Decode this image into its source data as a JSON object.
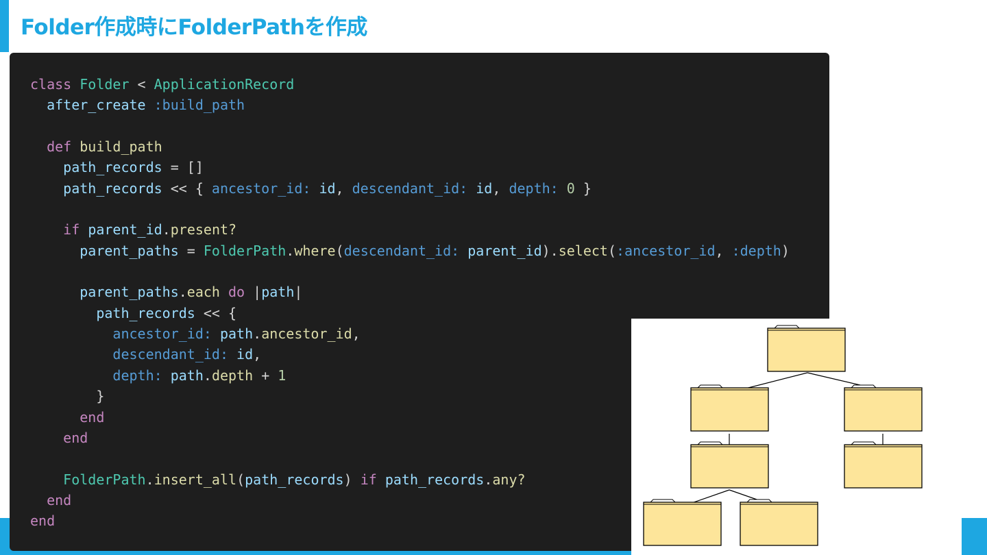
{
  "slide": {
    "title": "Folder作成時にFolderPathを作成",
    "accent_color": "#1ea7e1"
  },
  "code": {
    "language": "ruby",
    "theme_background": "#1e1e1e",
    "lines": [
      [
        {
          "t": "class",
          "c": "k"
        },
        {
          "t": " ",
          "c": "p"
        },
        {
          "t": "Folder",
          "c": "c"
        },
        {
          "t": " < ",
          "c": "p"
        },
        {
          "t": "ApplicationRecord",
          "c": "c"
        }
      ],
      [
        {
          "t": "  after_create",
          "c": "v"
        },
        {
          "t": " ",
          "c": "p"
        },
        {
          "t": ":build_path",
          "c": "s"
        }
      ],
      [],
      [
        {
          "t": "  ",
          "c": "p"
        },
        {
          "t": "def",
          "c": "k"
        },
        {
          "t": " ",
          "c": "p"
        },
        {
          "t": "build_path",
          "c": "f"
        }
      ],
      [
        {
          "t": "    path_records",
          "c": "v"
        },
        {
          "t": " = []",
          "c": "p"
        }
      ],
      [
        {
          "t": "    path_records",
          "c": "v"
        },
        {
          "t": " << { ",
          "c": "p"
        },
        {
          "t": "ancestor_id:",
          "c": "s"
        },
        {
          "t": " ",
          "c": "p"
        },
        {
          "t": "id",
          "c": "v"
        },
        {
          "t": ", ",
          "c": "p"
        },
        {
          "t": "descendant_id:",
          "c": "s"
        },
        {
          "t": " ",
          "c": "p"
        },
        {
          "t": "id",
          "c": "v"
        },
        {
          "t": ", ",
          "c": "p"
        },
        {
          "t": "depth:",
          "c": "s"
        },
        {
          "t": " ",
          "c": "p"
        },
        {
          "t": "0",
          "c": "n"
        },
        {
          "t": " }",
          "c": "p"
        }
      ],
      [],
      [
        {
          "t": "    ",
          "c": "p"
        },
        {
          "t": "if",
          "c": "k"
        },
        {
          "t": " ",
          "c": "p"
        },
        {
          "t": "parent_id",
          "c": "v"
        },
        {
          "t": ".",
          "c": "p"
        },
        {
          "t": "present?",
          "c": "f"
        }
      ],
      [
        {
          "t": "      parent_paths",
          "c": "v"
        },
        {
          "t": " = ",
          "c": "p"
        },
        {
          "t": "FolderPath",
          "c": "c"
        },
        {
          "t": ".",
          "c": "p"
        },
        {
          "t": "where",
          "c": "f"
        },
        {
          "t": "(",
          "c": "p"
        },
        {
          "t": "descendant_id:",
          "c": "s"
        },
        {
          "t": " ",
          "c": "p"
        },
        {
          "t": "parent_id",
          "c": "v"
        },
        {
          "t": ").",
          "c": "p"
        },
        {
          "t": "select",
          "c": "f"
        },
        {
          "t": "(",
          "c": "p"
        },
        {
          "t": ":ancestor_id",
          "c": "s"
        },
        {
          "t": ", ",
          "c": "p"
        },
        {
          "t": ":depth",
          "c": "s"
        },
        {
          "t": ")",
          "c": "p"
        }
      ],
      [],
      [
        {
          "t": "      parent_paths",
          "c": "v"
        },
        {
          "t": ".",
          "c": "p"
        },
        {
          "t": "each",
          "c": "f"
        },
        {
          "t": " ",
          "c": "p"
        },
        {
          "t": "do",
          "c": "k"
        },
        {
          "t": " |",
          "c": "p"
        },
        {
          "t": "path",
          "c": "v"
        },
        {
          "t": "|",
          "c": "p"
        }
      ],
      [
        {
          "t": "        path_records",
          "c": "v"
        },
        {
          "t": " << {",
          "c": "p"
        }
      ],
      [
        {
          "t": "          ",
          "c": "p"
        },
        {
          "t": "ancestor_id:",
          "c": "s"
        },
        {
          "t": " ",
          "c": "p"
        },
        {
          "t": "path",
          "c": "v"
        },
        {
          "t": ".",
          "c": "p"
        },
        {
          "t": "ancestor_id",
          "c": "f"
        },
        {
          "t": ",",
          "c": "p"
        }
      ],
      [
        {
          "t": "          ",
          "c": "p"
        },
        {
          "t": "descendant_id:",
          "c": "s"
        },
        {
          "t": " ",
          "c": "p"
        },
        {
          "t": "id",
          "c": "v"
        },
        {
          "t": ",",
          "c": "p"
        }
      ],
      [
        {
          "t": "          ",
          "c": "p"
        },
        {
          "t": "depth:",
          "c": "s"
        },
        {
          "t": " ",
          "c": "p"
        },
        {
          "t": "path",
          "c": "v"
        },
        {
          "t": ".",
          "c": "p"
        },
        {
          "t": "depth",
          "c": "f"
        },
        {
          "t": " + ",
          "c": "p"
        },
        {
          "t": "1",
          "c": "n"
        }
      ],
      [
        {
          "t": "        }",
          "c": "p"
        }
      ],
      [
        {
          "t": "      ",
          "c": "p"
        },
        {
          "t": "end",
          "c": "k"
        }
      ],
      [
        {
          "t": "    ",
          "c": "p"
        },
        {
          "t": "end",
          "c": "k"
        }
      ],
      [],
      [
        {
          "t": "    ",
          "c": "p"
        },
        {
          "t": "FolderPath",
          "c": "c"
        },
        {
          "t": ".",
          "c": "p"
        },
        {
          "t": "insert_all",
          "c": "f"
        },
        {
          "t": "(",
          "c": "p"
        },
        {
          "t": "path_records",
          "c": "v"
        },
        {
          "t": ") ",
          "c": "p"
        },
        {
          "t": "if",
          "c": "k"
        },
        {
          "t": " ",
          "c": "p"
        },
        {
          "t": "path_records",
          "c": "v"
        },
        {
          "t": ".",
          "c": "p"
        },
        {
          "t": "any?",
          "c": "f"
        }
      ],
      [
        {
          "t": "  ",
          "c": "p"
        },
        {
          "t": "end",
          "c": "k"
        }
      ],
      [
        {
          "t": "end",
          "c": "k"
        }
      ]
    ]
  },
  "diagram": {
    "folder_fill": "#fde59a",
    "folder_stroke": "#000000",
    "folders": [
      "root",
      "left-child",
      "right-child",
      "left-grandchild",
      "right-grandchild",
      "left-great-grandchild-1",
      "left-great-grandchild-2"
    ]
  }
}
